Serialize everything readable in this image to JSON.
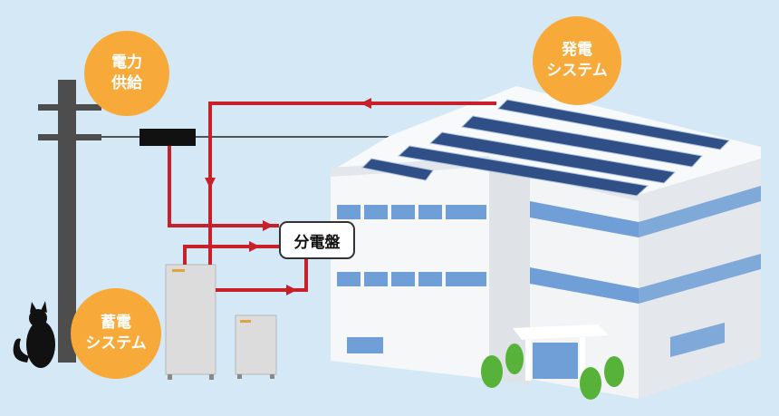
{
  "bubbles": {
    "power_supply": {
      "line1": "電力",
      "line2": "供給"
    },
    "generation": {
      "line1": "発電",
      "line2": "システム"
    },
    "storage": {
      "line1": "蓄電",
      "line2": "システム"
    }
  },
  "panel": {
    "label": "分電盤"
  },
  "colors": {
    "background": "#d4e8f6",
    "accent_bubble": "#f7a939",
    "flow_line": "#c8202b",
    "pole": "#4d4d4d",
    "building": "#f2f4f6",
    "window": "#6f9fd6",
    "solar_panel": "#2f4f86",
    "tree": "#57b23a"
  }
}
